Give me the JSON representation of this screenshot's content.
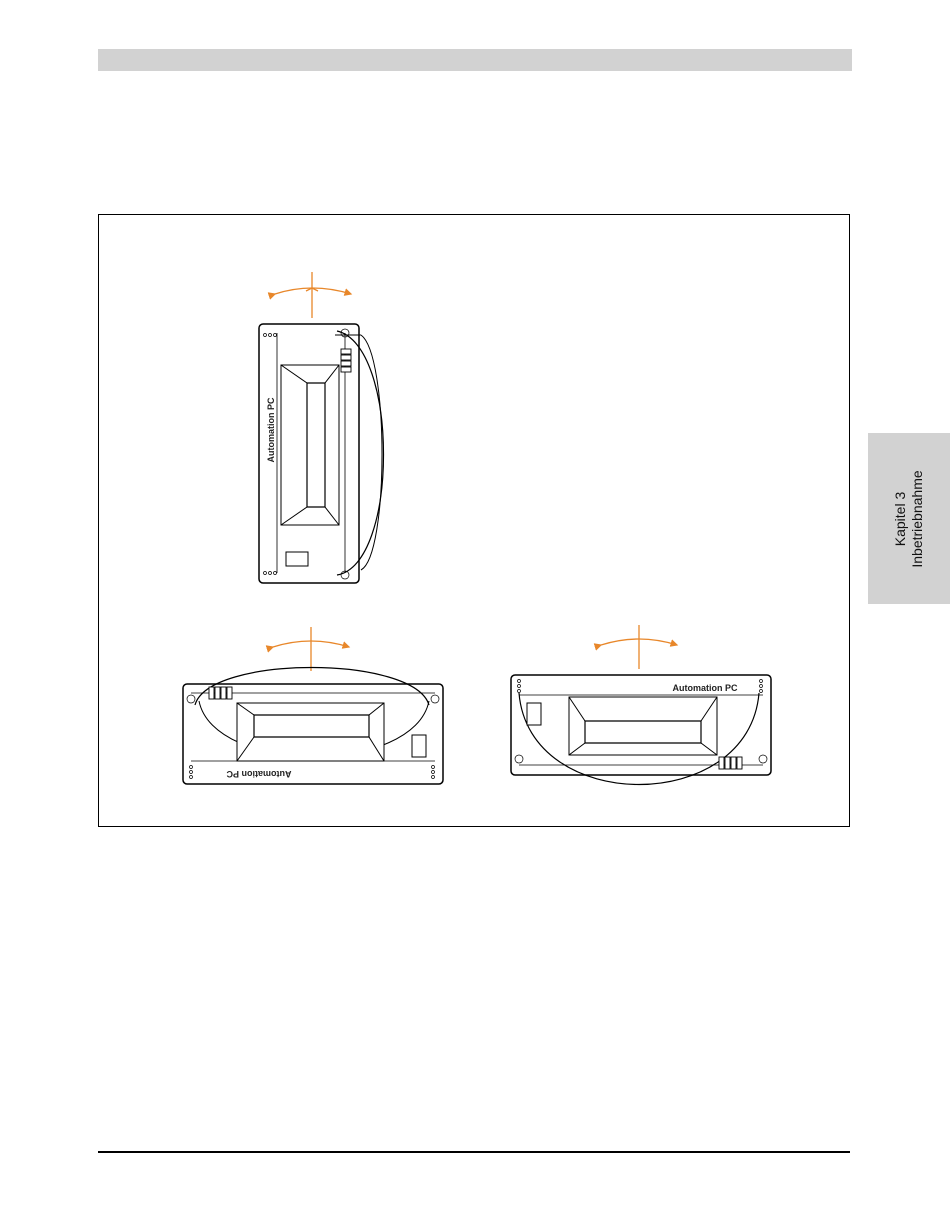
{
  "side_tab": {
    "chapter": "Kapitel 3",
    "title": "Inbetriebnahme"
  },
  "figure": {
    "device_labels": [
      "Automation PC",
      "Automation PC",
      "Automation PC"
    ],
    "accent_color": "#e8872a"
  }
}
